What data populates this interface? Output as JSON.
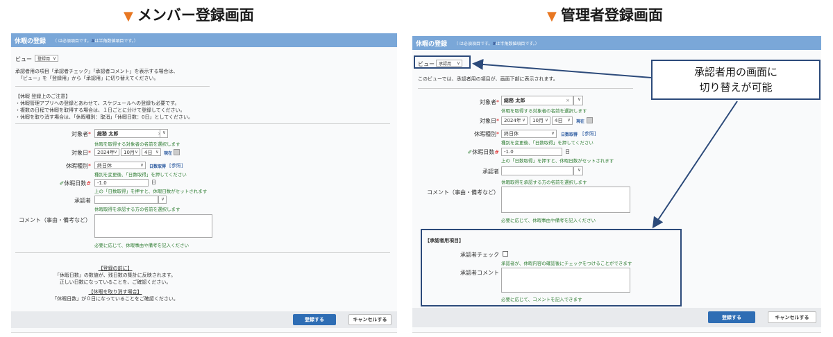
{
  "titles": {
    "left": "メンバー登録画面",
    "right": "管理者登録画面",
    "triangle": "▼"
  },
  "colors": {
    "accent": "#e87722",
    "header": "#7aa7d8",
    "primary": "#2e6db4",
    "frame": "#2c4a7a",
    "hint": "#2e7d32"
  },
  "left": {
    "header_title": "休暇の登録",
    "header_note_pre": "（ は必須項目です。",
    "header_note_mark": "#",
    "header_note_post": "は半角数値項目です。）",
    "view_label": "ビュー",
    "view_value": "登録用",
    "intro1": "承認者用の項目「承認者チェック」「承認者コメント」を表示する場合は、",
    "intro2": "「ビュー」を「登録用」から「承認用」に切り替えてください。",
    "notes_title": "【休暇 登録上のご注意】",
    "note1": "・休暇管理アプリへの登録とあわせて、スケジュールへの登録も必要です。",
    "note2": "・複数の日程で休暇を取得する場合は、１日ごとに分けて登録してください。",
    "note3": "・休暇を取り消す場合は、「休暇種別：取消」「休暇日数：0日」としてください。",
    "target_label": "対象者",
    "target_value": "総務 太郎",
    "target_hint": "休暇を取得する対象者の名前を選択します",
    "date_label": "対象日",
    "year": "2024年",
    "month": "10月",
    "day": "4日",
    "today": "現在",
    "type_label": "休暇種別",
    "type_value": "終日休",
    "calc_btn": "日数取得",
    "ref_link": "[参照]",
    "type_hint": "種別を変更後、「日数取得」を押してください",
    "days_label": "休暇日数",
    "days_mark": "#",
    "days_value": "-1.0",
    "days_unit": "日",
    "days_hint": "上の「日数取得」を押すと、休暇日数がセットされます",
    "approver_label": "承認者",
    "approver_hint": "休暇取得を承認する方の名前を選択します",
    "comment_label": "コメント（事由・備考など）",
    "comment_hint": "必要に応じて、休暇事由や備考を記入ください",
    "before_title": "【登録の前に】",
    "before1": "「休暇日数」の数値が、残日数の集計に反映されます。",
    "before2": "正しい日数になっていることを、ご確認ください。",
    "cancel_title": "【休暇を取り消す場合】",
    "cancel1": "「休暇日数」が０日になっていることをご確認ください。",
    "submit": "登録する",
    "cancel": "キャンセルする"
  },
  "right": {
    "header_title": "休暇の登録",
    "header_note_pre": "（ は必須項目です。",
    "header_note_mark": "#",
    "header_note_post": "は半角数値項目です。）",
    "view_label": "ビュー",
    "view_value": "承認用",
    "intro": "このビューでは、承認者用の項目が、画面下部に表示されます。",
    "target_label": "対象者",
    "target_value": "総務 太郎",
    "target_hint": "休暇を取得する対象者の名前を選択します",
    "date_label": "対象日",
    "year": "2024年",
    "month": "10月",
    "day": "4日",
    "today": "現在",
    "type_label": "休暇種別",
    "type_value": "終日休",
    "calc_btn": "日数取得",
    "ref_link": "[参照]",
    "type_hint": "種別を変更後、「日数取得」を押してください",
    "days_label": "休暇日数",
    "days_mark": "#",
    "days_value": "-1.0",
    "days_unit": "日",
    "days_hint": "上の「日数取得」を押すと、休暇日数がセットされます",
    "approver_label": "承認者",
    "approver_hint": "休暇取得を承認する方の名前を選択します",
    "comment_label": "コメント（事由・備考など）",
    "comment_hint": "必要に応じて、休暇事由や備考を記入ください",
    "approver_section": "【承認者用項目】",
    "check_label": "承認者チェック",
    "check_hint": "承認者が、休暇内容の確認後にチェックをつけることができます",
    "acomment_label": "承認者コメント",
    "acomment_hint": "必要に応じて、コメントを記入できます",
    "submit": "登録する",
    "cancel": "キャンセルする"
  },
  "callout": {
    "line1": "承認者用の画面に",
    "line2": "切り替えが可能"
  }
}
